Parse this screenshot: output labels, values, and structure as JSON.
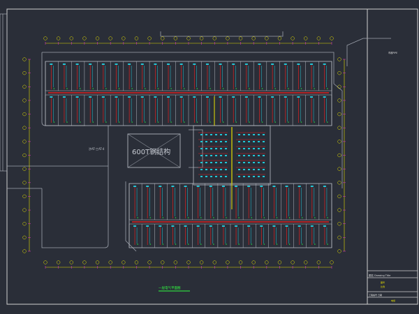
{
  "colors": {
    "background": "#2a2e38",
    "frame": "#d0d0d0",
    "wall": "#b8bcc4",
    "corridor_red": "#e02020",
    "cyan": "#22c6d6",
    "green": "#22dd44",
    "yellow": "#e6e000",
    "magenta": "#d030c0",
    "label_green": "#30ff40"
  },
  "labels": {
    "center_block": "600T钢结构",
    "left_road_note": "涉AT-工AT-4",
    "right_pipe_note": "市政PIPE",
    "drawing_caption": "一层电气平面图"
  },
  "title_block": {
    "row1": "图名 Drawing Title",
    "row2": "图号",
    "row3": "比例",
    "row4": "工程编号 日期",
    "row5": "电施"
  }
}
